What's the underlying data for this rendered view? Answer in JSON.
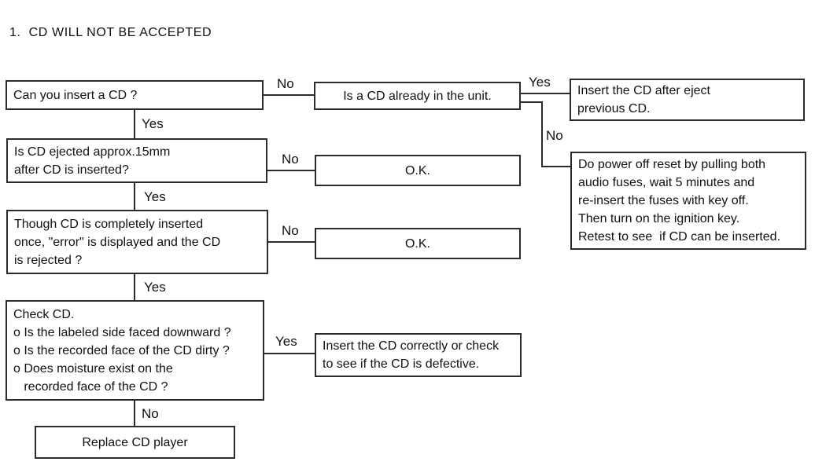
{
  "title": "1.  CD WILL NOT BE ACCEPTED",
  "nodes": {
    "can_insert": {
      "text": "Can you insert a CD ?"
    },
    "cd_already": {
      "text": "Is a CD already in the unit."
    },
    "insert_after_eject": {
      "text": "Insert the CD after eject\nprevious CD."
    },
    "ejected_15mm": {
      "text": "Is CD ejected approx.15mm\nafter CD is inserted?"
    },
    "ok1": {
      "text": "O.K."
    },
    "power_off_reset": {
      "text": "Do power off reset by pulling both\naudio fuses, wait 5 minutes and\nre-insert the fuses with key off.\nThen turn on the ignition key.\nRetest to see  if CD can be inserted."
    },
    "error_displayed": {
      "text": "Though CD is completely inserted\nonce, \"error\" is displayed and the CD\nis rejected ?"
    },
    "ok2": {
      "text": "O.K."
    },
    "check_cd": {
      "text": "Check CD.\no Is the labeled side faced downward ?\no Is the recorded face of the CD dirty ?\no Does moisture exist on the\n   recorded face of the CD ?"
    },
    "insert_correctly": {
      "text": "Insert the CD correctly or check\nto see if the CD is defective."
    },
    "replace_player": {
      "text": "Replace CD player"
    }
  },
  "edge_labels": {
    "can_insert_no": "No",
    "can_insert_yes": "Yes",
    "cd_already_yes": "Yes",
    "cd_already_no": "No",
    "ejected_no": "No",
    "ejected_yes": "Yes",
    "error_no": "No",
    "error_yes": "Yes",
    "check_yes": "Yes",
    "check_no": "No"
  },
  "colors": {
    "line": "#2b2b2b",
    "text": "#111111",
    "background": "#ffffff"
  }
}
